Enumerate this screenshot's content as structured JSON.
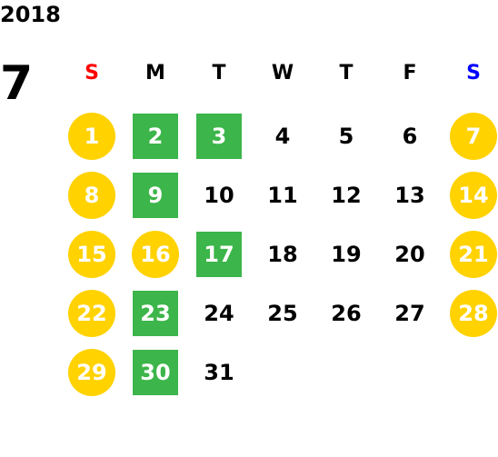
{
  "calendar": {
    "year": "2018",
    "month": "7",
    "weekdays": [
      {
        "label": "S",
        "color": "#ff0000"
      },
      {
        "label": "M",
        "color": "#000000"
      },
      {
        "label": "T",
        "color": "#000000"
      },
      {
        "label": "W",
        "color": "#000000"
      },
      {
        "label": "T",
        "color": "#000000"
      },
      {
        "label": "F",
        "color": "#000000"
      },
      {
        "label": "S",
        "color": "#0000ff"
      }
    ],
    "colors": {
      "holiday": "#ffd200",
      "marked": "#3cb54a",
      "text": "#000000"
    },
    "days": [
      {
        "label": "1",
        "style": "holiday"
      },
      {
        "label": "2",
        "style": "marked"
      },
      {
        "label": "3",
        "style": "marked"
      },
      {
        "label": "4",
        "style": "plain"
      },
      {
        "label": "5",
        "style": "plain"
      },
      {
        "label": "6",
        "style": "plain"
      },
      {
        "label": "7",
        "style": "holiday"
      },
      {
        "label": "8",
        "style": "holiday"
      },
      {
        "label": "9",
        "style": "marked"
      },
      {
        "label": "10",
        "style": "plain"
      },
      {
        "label": "11",
        "style": "plain"
      },
      {
        "label": "12",
        "style": "plain"
      },
      {
        "label": "13",
        "style": "plain"
      },
      {
        "label": "14",
        "style": "holiday"
      },
      {
        "label": "15",
        "style": "holiday"
      },
      {
        "label": "16",
        "style": "holiday"
      },
      {
        "label": "17",
        "style": "marked"
      },
      {
        "label": "18",
        "style": "plain"
      },
      {
        "label": "19",
        "style": "plain"
      },
      {
        "label": "20",
        "style": "plain"
      },
      {
        "label": "21",
        "style": "holiday"
      },
      {
        "label": "22",
        "style": "holiday"
      },
      {
        "label": "23",
        "style": "marked"
      },
      {
        "label": "24",
        "style": "plain"
      },
      {
        "label": "25",
        "style": "plain"
      },
      {
        "label": "26",
        "style": "plain"
      },
      {
        "label": "27",
        "style": "plain"
      },
      {
        "label": "28",
        "style": "holiday"
      },
      {
        "label": "29",
        "style": "holiday"
      },
      {
        "label": "30",
        "style": "marked"
      },
      {
        "label": "31",
        "style": "plain"
      }
    ]
  }
}
